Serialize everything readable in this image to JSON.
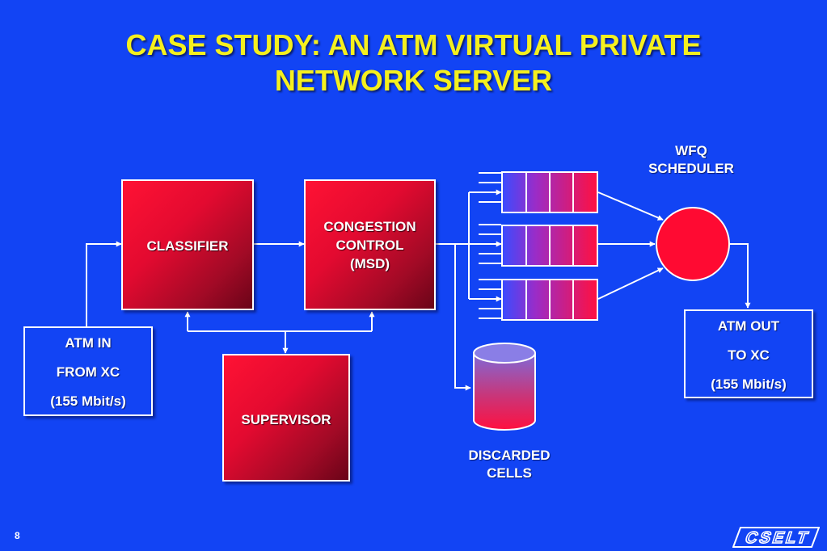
{
  "title": {
    "line1": "CASE STUDY: AN ATM VIRTUAL PRIVATE",
    "line2": "NETWORK SERVER"
  },
  "blocks": {
    "classifier": "CLASSIFIER",
    "congestion": [
      "CONGESTION",
      "CONTROL",
      "(MSD)"
    ],
    "supervisor": "SUPERVISOR"
  },
  "atm_in": [
    "ATM IN",
    "FROM XC",
    "(155 Mbit/s)"
  ],
  "atm_out": [
    "ATM OUT",
    "TO XC",
    "(155 Mbit/s)"
  ],
  "scheduler_label": [
    "WFQ",
    "SCHEDULER"
  ],
  "discarded_label": [
    "DISCARDED",
    "CELLS"
  ],
  "page_number": "8",
  "logo_text": "CSELT",
  "colors": {
    "background": "#1244f4",
    "title": "#f5f01e",
    "block_red": "#e30a30",
    "scheduler": "#ff0a32",
    "line": "#ffffff"
  }
}
